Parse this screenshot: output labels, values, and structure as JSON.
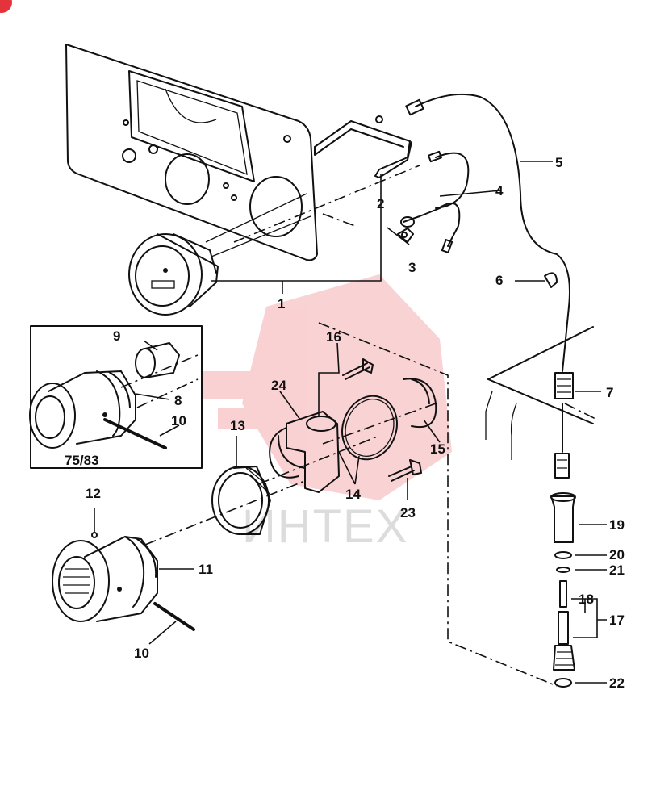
{
  "diagram": {
    "callouts": [
      "1",
      "2",
      "3",
      "4",
      "5",
      "6",
      "7",
      "8",
      "9",
      "10",
      "10",
      "11",
      "12",
      "13",
      "14",
      "15",
      "16",
      "17",
      "18",
      "19",
      "20",
      "21",
      "22",
      "23",
      "24"
    ],
    "inset_label": "75/83",
    "watermark": "ИНТЕХ",
    "colors": {
      "line": "#111111",
      "watermark": "#e5333b"
    }
  }
}
